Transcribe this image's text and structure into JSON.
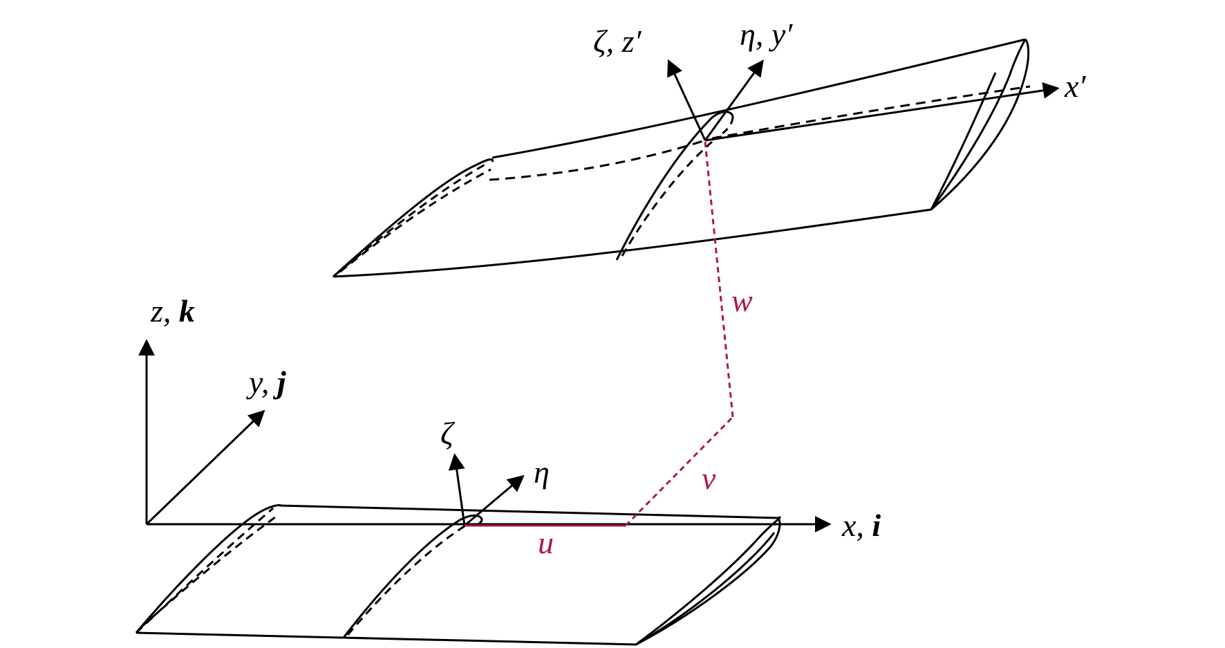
{
  "colors": {
    "line": "#000000",
    "displacement": "#b0174a",
    "background": "#ffffff"
  },
  "labels": {
    "deformed_zeta_z": "ζ, z′",
    "deformed_eta_y": "η, y′",
    "deformed_x": "x′",
    "global_z": "z, ",
    "global_z_unit": "k",
    "global_y": "y, ",
    "global_y_unit": "j",
    "global_x": "x, ",
    "global_x_unit": "i",
    "local_zeta": "ζ",
    "local_eta": "η",
    "disp_u": "u",
    "disp_v": "v",
    "disp_w": "w"
  }
}
